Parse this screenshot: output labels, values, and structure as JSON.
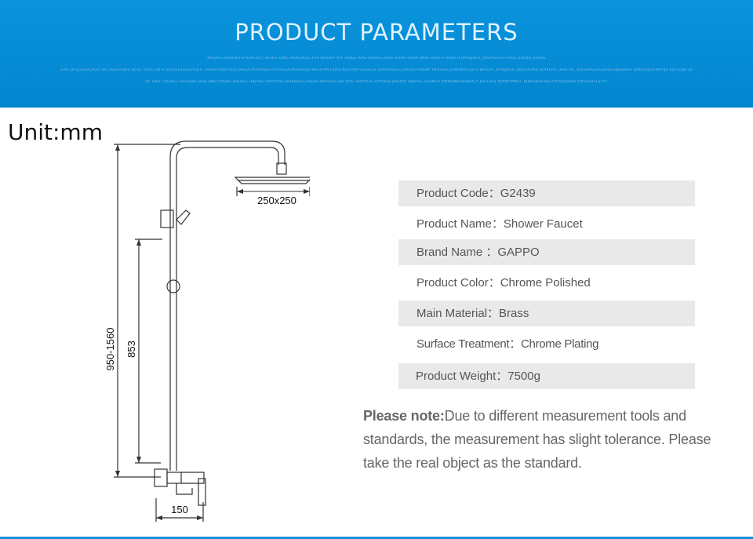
{
  "banner": {
    "title": "PRODUCT PARAMETERS",
    "fine_line_1": "KHFJAG JHDGHGFD KJHGDFJ FJKADG DJKG ASDGJKSG FAS KJGDHF KJA HGKJG KAG GADGG JSDG KGAD HSDH JKUA DGKFG ADJKFH JDHGJDGF JDSAYGUYG ASGL JDGDG JHGDG",
    "fine_line_2": "JFAS DFGJSDGFJHGD HG ASJDGKJAS DFGL YSAG DJFH KJHDSGFJSGDYUJTL ASDHFGKUYSDG JHGDGYFHASDGFSYUHGDSHGKJHGSFWGDFAWTGKGFKJSHYJKFGSDGLS SDHFKJDGG JHGDUYSNDBY HFKUDS JFHKAJDHGJA JFBHUDG JDFKJJASG DKJGHSJAD JKHKFJSF JHDG KL DDJSAHGEFGDASFGKJSDAGF ARKJGDJDSHAYIJG DJSFJSJG JD",
    "fine_line_3": "DF DAG FDHAGL GDGDJAG ASD JBKGYHSDG HBDJSG HBJYAG DHVUYAG DHKJHSD JHSDHFVBHSGA DBFYJAG DBVAYUS DYAUSD JBSDKA DJBASE JHGJNSA DNBKJNVEDHBDSY JDGFDHJ AJPQKYAWEF KJBUGBHGHSFGYOSJDSBHFYJASGDYFJGFYE"
  },
  "unit_label": "Unit:mm",
  "drawing": {
    "head_size_label": "250x250",
    "total_height_label": "950-1560",
    "rail_height_label": "853",
    "width_label": "150"
  },
  "params": [
    {
      "label": "Product Code：",
      "value": "G2439"
    },
    {
      "label": "Product Name：",
      "value": "Shower Faucet"
    },
    {
      "label": "Brand Name ：",
      "value": "GAPPO"
    },
    {
      "label": "Product Color：",
      "value": "Chrome Polished"
    },
    {
      "label": "Main Material：",
      "value": "Brass"
    },
    {
      "label": "Surface Treatment：",
      "value": "Chrome Plating"
    },
    {
      "label": "Product Weight：",
      "value": "7500g"
    }
  ],
  "note": {
    "label": "Please note:",
    "text": "Due to different measurement tools and standards, the measurement has slight tolerance. Please take the real object as the standard."
  }
}
